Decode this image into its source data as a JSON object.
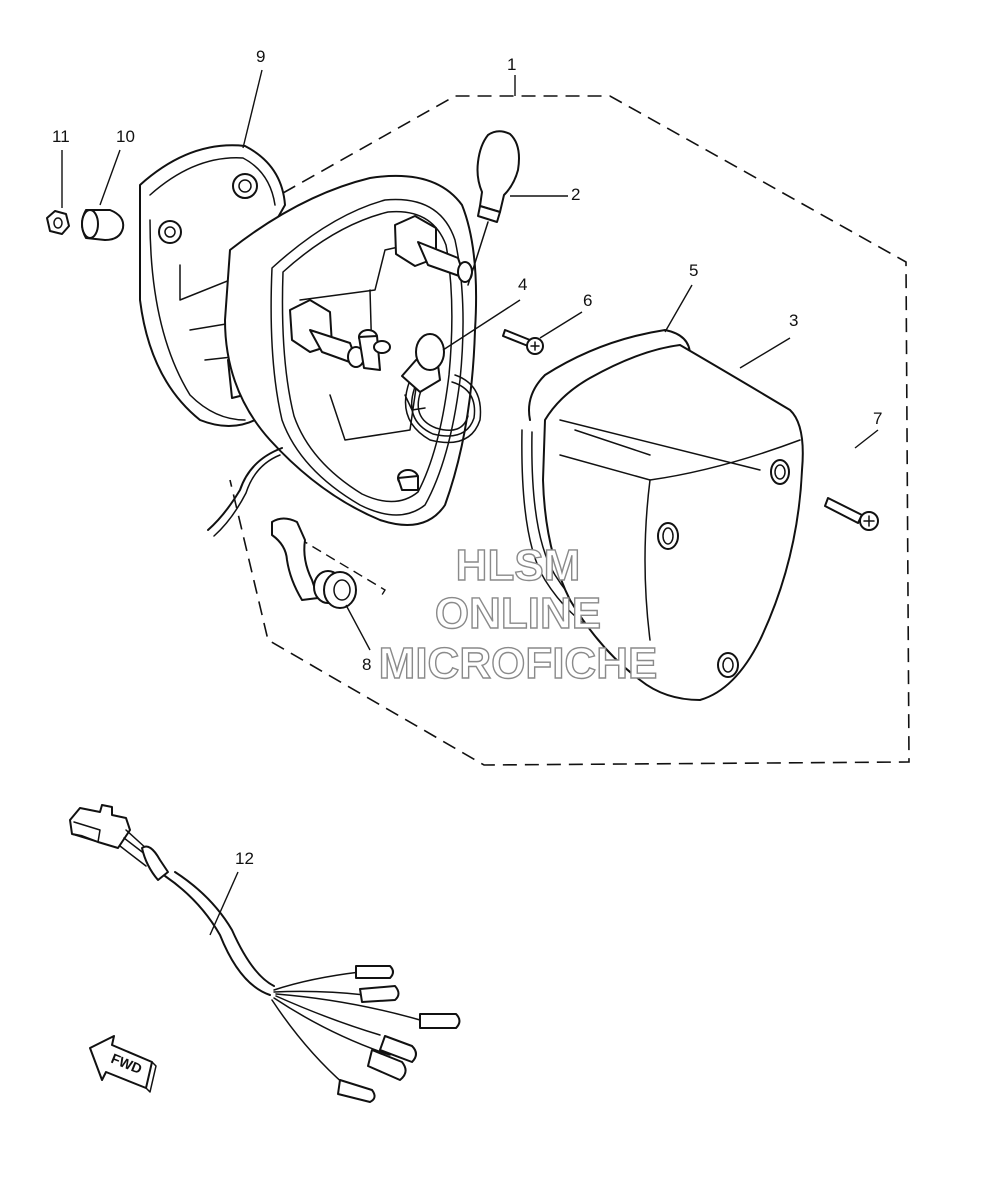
{
  "callouts": {
    "c1": "1",
    "c2": "2",
    "c3": "3",
    "c4": "4",
    "c5": "5",
    "c6": "6",
    "c7": "7",
    "c8": "8",
    "c9": "9",
    "c10": "10",
    "c11": "11",
    "c12": "12"
  },
  "watermark": {
    "line1": "HLSM",
    "line2": "ONLINE",
    "line3": "MICROFICHE",
    "color": "#8a8a8a"
  },
  "direction_arrow": {
    "label": "FWD",
    "icon": "fwd-arrow-icon"
  }
}
